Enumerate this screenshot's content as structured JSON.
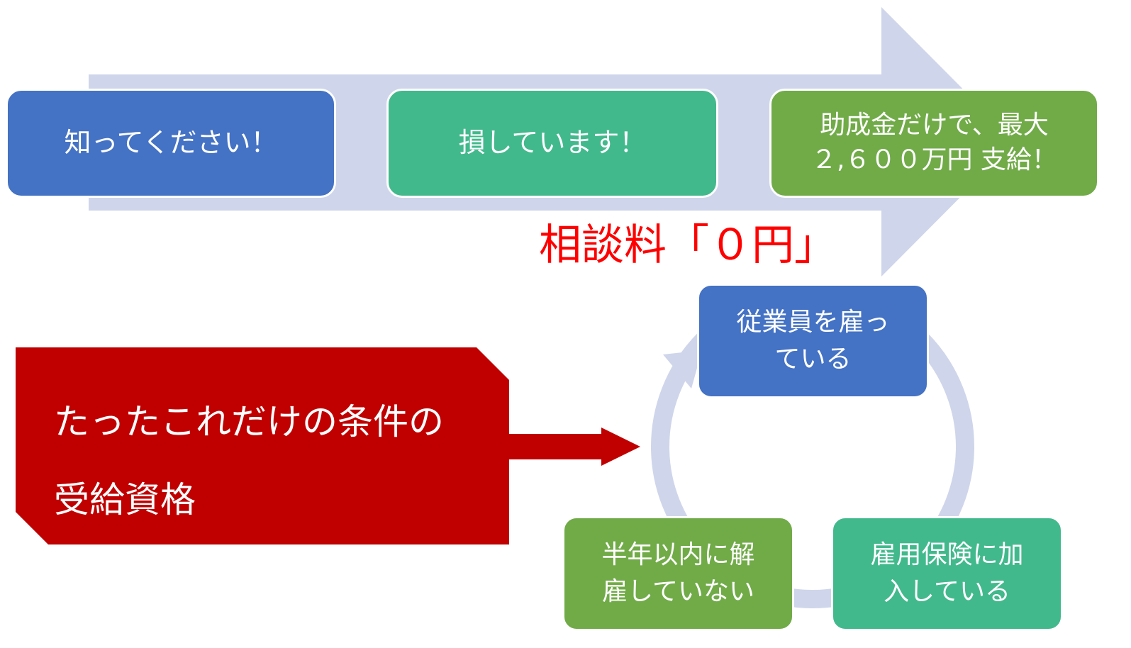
{
  "top_row": {
    "step1": "知ってください！",
    "step2": "損しています！",
    "step3_line1": "助成金だけで、最大",
    "step3_line2": "２,６００万円 支給！"
  },
  "fee_text": "相談料「０円」",
  "conditions": {
    "line1": "たったこれだけの条件の",
    "line2": "受給資格"
  },
  "cycle": {
    "top_line1": "従業員を雇っ",
    "top_line2": "ている",
    "right_line1": "雇用保険に加",
    "right_line2": "入している",
    "left_line1": "半年以内に解",
    "left_line2": "雇していない"
  },
  "colors": {
    "blue": "#4472c4",
    "teal": "#42b98d",
    "green": "#71ab48",
    "red": "#c00000",
    "arrow": "#cfd5ea"
  }
}
